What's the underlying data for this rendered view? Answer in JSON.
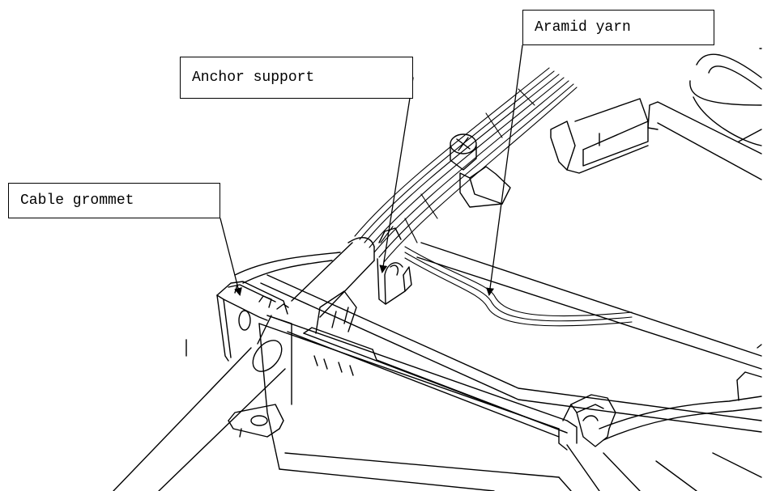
{
  "labels": {
    "aramid_yarn": "Aramid yarn",
    "anchor_support": "Anchor support",
    "cable_grommet": "Cable grommet"
  },
  "colors": {
    "line": "#000000",
    "background": "#ffffff"
  }
}
